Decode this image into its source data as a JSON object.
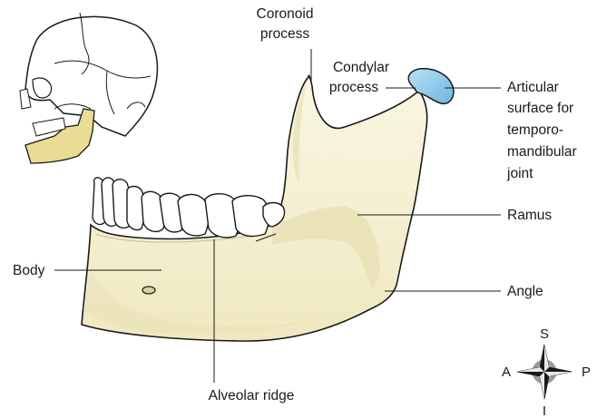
{
  "labels": {
    "coronoid_line1": "Coronoid",
    "coronoid_line2": "process",
    "condylar_line1": "Condylar",
    "condylar_line2": "process",
    "articular_line1": "Articular",
    "articular_line2": "surface for",
    "articular_line3": "temporo-",
    "articular_line4": "mandibular",
    "articular_line5": "joint",
    "ramus": "Ramus",
    "angle": "Angle",
    "body": "Body",
    "alveolar_ridge": "Alveolar ridge"
  },
  "compass": {
    "superior": "S",
    "inferior": "I",
    "anterior": "A",
    "posterior": "P"
  },
  "colors": {
    "bone": "#f5f0cf",
    "bone_shade": "#e7e0b4",
    "highlighted_jaw": "#e9dc94",
    "articular_surface": "#8fcbeb",
    "outline": "#1a1a1a"
  }
}
